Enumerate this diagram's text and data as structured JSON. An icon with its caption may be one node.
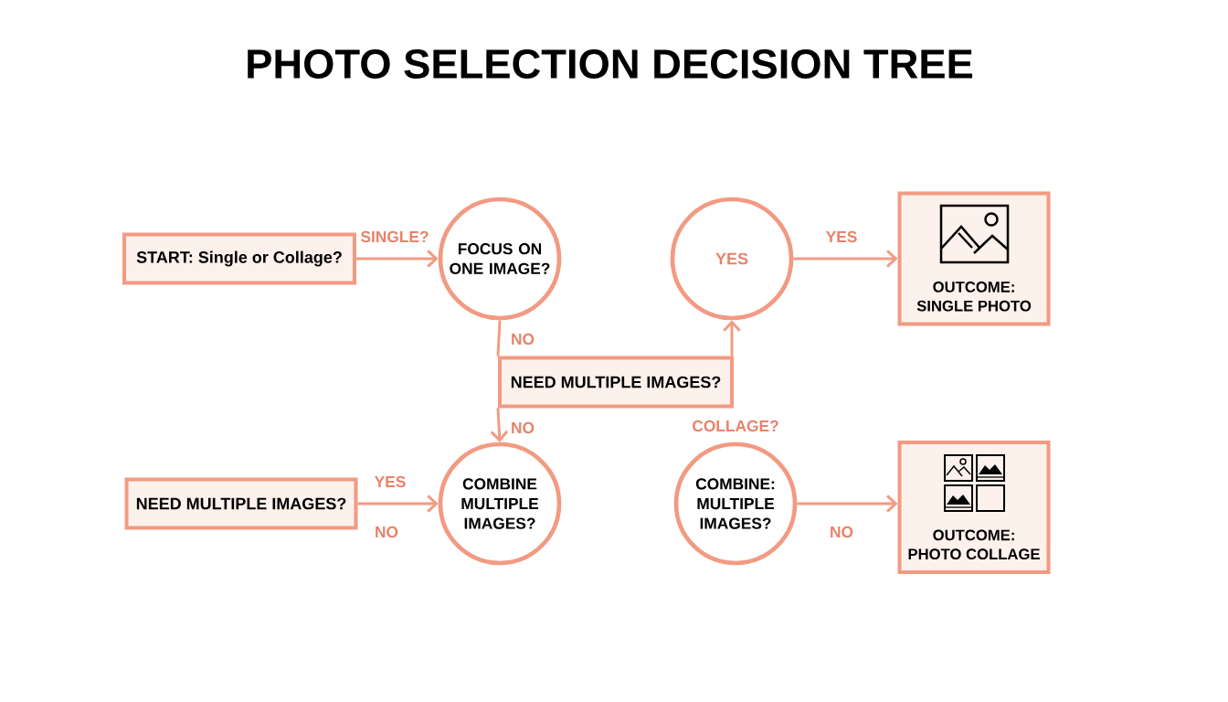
{
  "diagram": {
    "title": "PHOTO SELECTION DECISION TREE",
    "nodes": [
      {
        "text": [
          "START: Single or Collage?"
        ]
      },
      {
        "text": [
          "FOCUS ON ONE IMAGE?"
        ]
      },
      {
        "text": [
          "YES"
        ]
      },
      {
        "text": [
          "OUTCOME: SINGLE PHOTO"
        ]
      },
      {
        "text": [
          "NEED MULTIPLE IMAGES?"
        ]
      },
      {
        "text": [
          "NEED MULTIPLE IMAGES?"
        ]
      },
      {
        "text": [
          "COMBINE MULTIPLE IMAGES?"
        ]
      },
      {
        "text": [
          "COMBINE: MULTIPLE IMAGES?"
        ]
      },
      {
        "text": [
          "OUTCOME: PHOTO COLLAGE"
        ]
      }
    ],
    "edges": [
      {
        "from": 0,
        "to": 1,
        "arrow": "to",
        "label": "SINGLE?"
      },
      {
        "from": 1,
        "to": 4,
        "arrow": "none",
        "label": "NO"
      },
      {
        "from": 4,
        "to": 6,
        "arrow": "to",
        "label": "NO"
      },
      {
        "from": 4,
        "to": 2,
        "arrow": "to"
      },
      {
        "from": 2,
        "to": 3,
        "arrow": "to",
        "label": "YES"
      },
      {
        "from": 5,
        "to": 6,
        "arrow": "to",
        "label": "YES"
      },
      {
        "from": 7,
        "to": 8,
        "arrow": "to",
        "label": "NO"
      }
    ],
    "labels": [
      "COLLAGE?",
      "NO"
    ]
  }
}
